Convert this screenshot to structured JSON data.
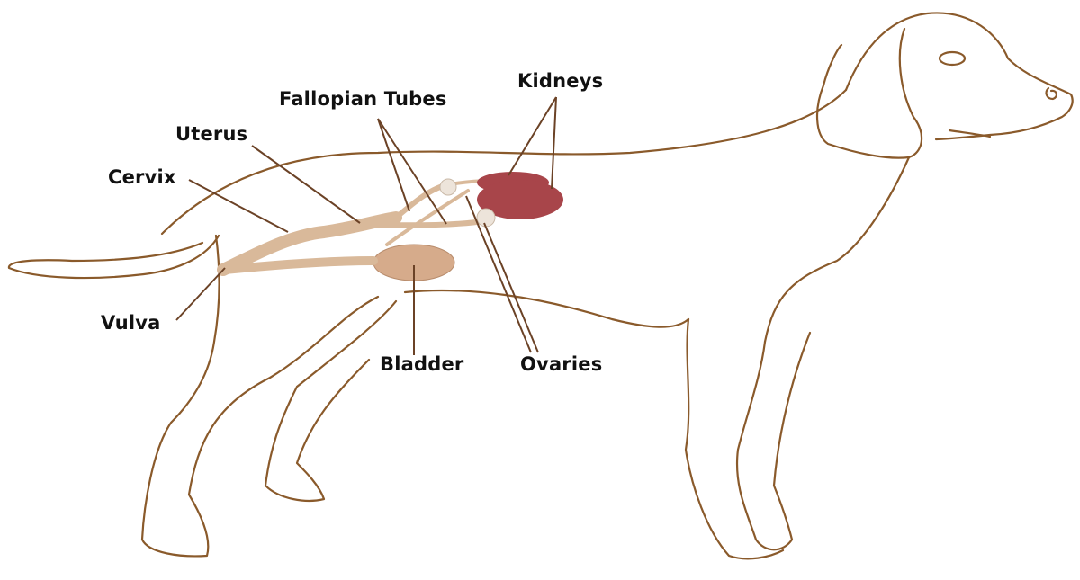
{
  "diagram": {
    "subject": "Female dog reproductive anatomy",
    "colors": {
      "outline": "#8a5a2b",
      "leader_line": "#6b4226",
      "uterus": "#d9b99a",
      "bladder": "#d6ab8b",
      "kidney": "#a8454a",
      "ovary": "#ede4da",
      "label_text": "#111111"
    },
    "labels": {
      "kidneys": "Kidneys",
      "fallopian_tubes": "Fallopian Tubes",
      "uterus": "Uterus",
      "cervix": "Cervix",
      "vulva": "Vulva",
      "bladder": "Bladder",
      "ovaries": "Ovaries"
    }
  }
}
